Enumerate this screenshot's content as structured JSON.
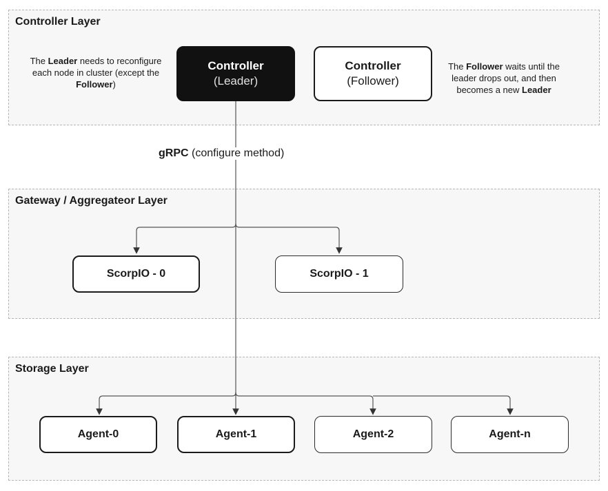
{
  "layers": {
    "controller": "Controller Layer",
    "gateway": "Gateway / Aggregateor Layer",
    "storage": "Storage Layer"
  },
  "controller": {
    "leader": {
      "title": "Controller",
      "subtitle": "(Leader)"
    },
    "follower": {
      "title": "Controller",
      "subtitle": "(Follower)"
    }
  },
  "notes": {
    "leader": {
      "p1": "The ",
      "b1": "Leader",
      "p2": " needs to reconfigure each node in cluster (except the ",
      "b2": "Follower",
      "p3": ")"
    },
    "follower": {
      "p1": "The ",
      "b1": "Follower",
      "p2": " waits until the leader drops out, and then becomes a new ",
      "b2": "Leader"
    }
  },
  "connection": {
    "protocol": "gRPC",
    "method": "(configure method)"
  },
  "gateways": [
    "ScorpIO - 0",
    "ScorpIO - 1"
  ],
  "agents": [
    "Agent-0",
    "Agent-1",
    "Agent-2",
    "Agent-n"
  ],
  "colors": {
    "leader_fill": "#111111",
    "layer_fill": "#f7f7f7",
    "line": "#555555"
  }
}
